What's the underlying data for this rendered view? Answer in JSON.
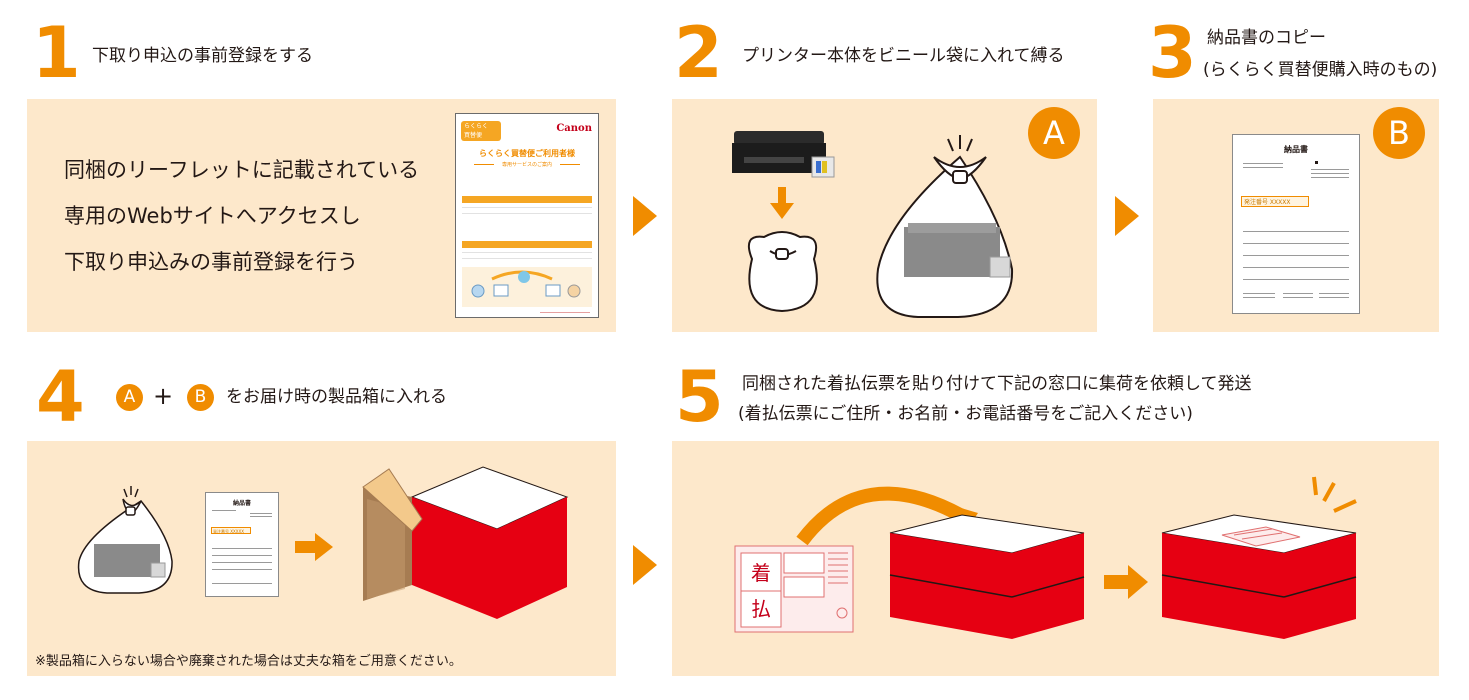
{
  "step1": {
    "number": "1",
    "heading": "下取り申込の事前登録をする",
    "lines": [
      "同梱のリーフレットに記載されている",
      "専用のWebサイトへアクセスし",
      "下取り申込みの事前登録を行う"
    ],
    "leaflet": {
      "badge_line1": "らくらく",
      "badge_line2": "買替便",
      "brand": "Canon",
      "title": "らくらく買替便ご利用者様",
      "subtitle": "専用サービスのご案内"
    }
  },
  "step2": {
    "number": "2",
    "heading": "プリンター本体をビニール袋に入れて縛る",
    "badge": "A"
  },
  "step3": {
    "number": "3",
    "heading_line1": "納品書のコピー",
    "heading_line2": "(らくらく買替便購入時のもの)",
    "badge": "B",
    "doc_title": "納品書",
    "order_label": "発注番号 XXXXX"
  },
  "step4": {
    "number": "4",
    "badge_a": "A",
    "plus": "+",
    "badge_b": "B",
    "heading": "をお届け時の製品箱に入れる",
    "note": "※製品箱に入らない場合や廃棄された場合は丈夫な箱をご用意ください。",
    "doc_title": "納品書",
    "order_label": "発注番号 XXXXX"
  },
  "step5": {
    "number": "5",
    "heading_line1": "同梱された着払伝票を貼り付けて下記の窓口に集荷を依頼して発送",
    "heading_line2": "(着払伝票にご住所・お名前・お電話番号をご記入ください)",
    "slip_char1": "着",
    "slip_char2": "払"
  },
  "colors": {
    "accent": "#f08c00",
    "panel": "#fde8cb",
    "box_red": "#e60012"
  }
}
